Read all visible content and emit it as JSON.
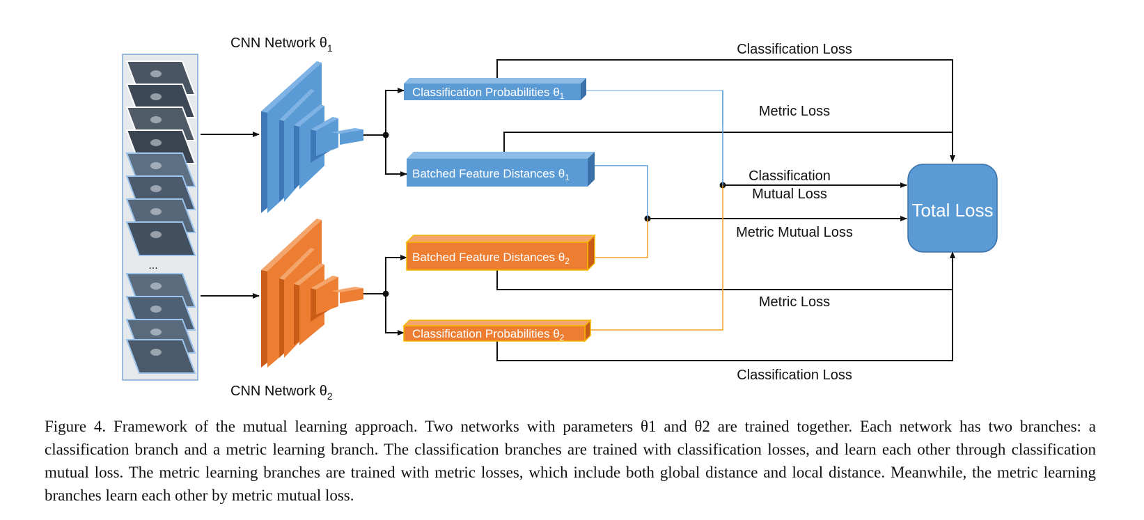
{
  "networks": {
    "top": {
      "label_main": "CNN Network θ",
      "label_sub": "1",
      "color": "#4e8fd1"
    },
    "bottom": {
      "label_main": "CNN Network θ",
      "label_sub": "2",
      "color": "#ed7d31"
    }
  },
  "input_images": {
    "ellipsis": "..."
  },
  "boxes": {
    "cls_prob_1": {
      "main": "Classification Probabilities θ",
      "sub": "1"
    },
    "feat_dist_1": {
      "main": "Batched Feature Distances θ",
      "sub": "1"
    },
    "feat_dist_2": {
      "main": "Batched Feature Distances θ",
      "sub": "2"
    },
    "cls_prob_2": {
      "main": "Classification Probabilities θ",
      "sub": "2"
    }
  },
  "losses": {
    "classification_loss_top": "Classification Loss",
    "metric_loss_top": "Metric Loss",
    "classification_mutual_line1": "Classification",
    "classification_mutual_line2": "Mutual Loss",
    "metric_mutual": "Metric Mutual Loss",
    "metric_loss_bottom": "Metric Loss",
    "classification_loss_bottom": "Classification Loss",
    "total": "Total Loss"
  },
  "colors": {
    "blue": "#5b9bd5",
    "blue_dark": "#3a70a8",
    "orange": "#ed7d31",
    "orange_border": "#f5b800",
    "line": "#111111"
  },
  "caption": "Figure 4. Framework of the mutual learning approach. Two networks with parameters θ1 and θ2 are trained together. Each network has two branches: a classification branch and a metric learning branch. The classification branches are trained with classification losses, and learn each other through classification mutual loss. The metric learning branches are trained with metric losses, which include both global distance and local distance. Meanwhile, the metric learning branches learn each other by metric mutual loss."
}
